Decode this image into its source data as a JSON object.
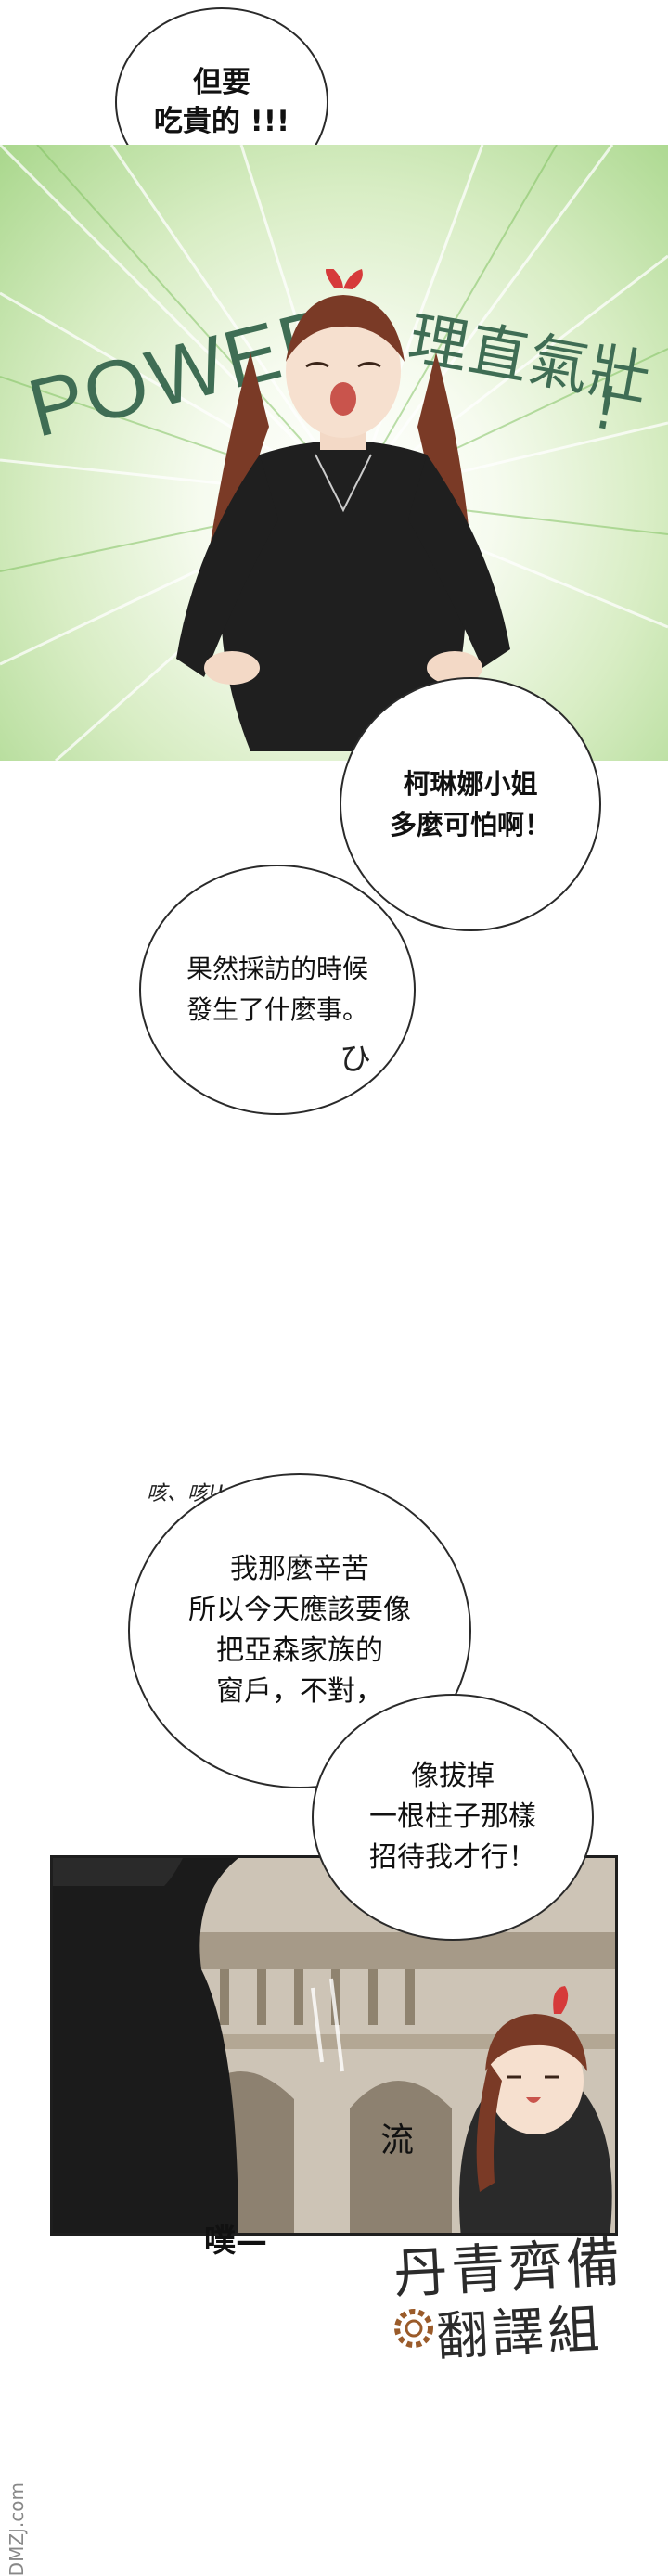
{
  "bubbles": {
    "b1": "但要\n吃貴的 !!!",
    "b2": "柯琳娜小姐\n多麼可怕啊！",
    "b3": "果然採訪的時候\n發生了什麼事。",
    "b4": "我那麼辛苦\n所以今天應該要像\n把亞森家族的\n窗戶，不對，",
    "b5": "像拔掉\n一根柱子那樣\n招待我才行！"
  },
  "sfx": {
    "power": "POWER",
    "vertical": "理直氣壯",
    "exclaim": "!",
    "u_mark": "ひ",
    "cough": "咳、咳!!",
    "liu": "流",
    "pu": "噗—"
  },
  "watermark": {
    "line1": "丹青齊備",
    "line2": "翻譯組",
    "site": "DMZJ.com"
  },
  "colors": {
    "power_text": "#3f6d54",
    "panel_green": "#a9d78c",
    "sweater": "#1f1f1f",
    "hair": "#7a3a26",
    "ribbon": "#d63a3a"
  }
}
